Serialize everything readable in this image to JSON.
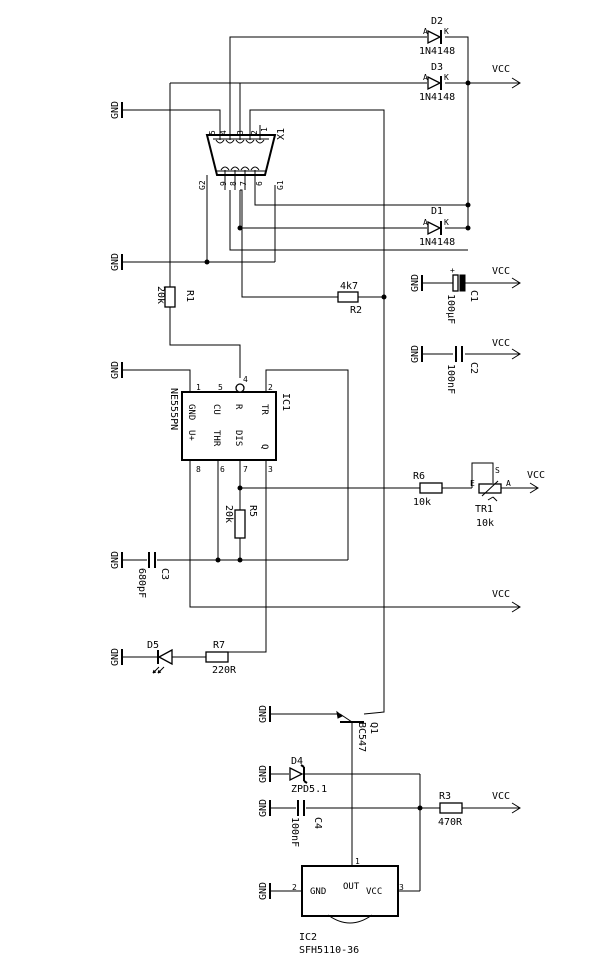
{
  "nets": {
    "gnd": "GND",
    "vcc": "VCC"
  },
  "diodes": {
    "d1": {
      "ref": "D1",
      "value": "1N4148",
      "anode": "A",
      "cathode": "K"
    },
    "d2": {
      "ref": "D2",
      "value": "1N4148",
      "anode": "A",
      "cathode": "K"
    },
    "d3": {
      "ref": "D3",
      "value": "1N4148",
      "anode": "A",
      "cathode": "K"
    },
    "d4": {
      "ref": "D4",
      "value": "ZPD5.1"
    },
    "d5": {
      "ref": "D5"
    }
  },
  "connector": {
    "ref": "X1",
    "pins": [
      "1",
      "2",
      "3",
      "4",
      "5",
      "6",
      "7",
      "8",
      "9"
    ],
    "shell": [
      "G1",
      "G2"
    ]
  },
  "resistors": {
    "r1": {
      "ref": "R1",
      "value": "20k"
    },
    "r2": {
      "ref": "R2",
      "value": "4k7"
    },
    "r3": {
      "ref": "R3",
      "value": "470R"
    },
    "r5": {
      "ref": "R5",
      "value": "20k"
    },
    "r6": {
      "ref": "R6",
      "value": "10k"
    },
    "r7": {
      "ref": "R7",
      "value": "220R"
    }
  },
  "capacitors": {
    "c1": {
      "ref": "C1",
      "value": "100µF",
      "polarity": "+"
    },
    "c2": {
      "ref": "C2",
      "value": "100nF"
    },
    "c3": {
      "ref": "C3",
      "value": "680pF"
    },
    "c4": {
      "ref": "C4",
      "value": "100nF"
    }
  },
  "ic1": {
    "ref": "IC1",
    "part": "NE555PN",
    "pin_numbers": [
      "1",
      "2",
      "3",
      "4",
      "5",
      "6",
      "7",
      "8"
    ],
    "pin_names": [
      "GND",
      "CU",
      "R",
      "TR",
      "U+",
      "THR",
      "DIS",
      "Q"
    ]
  },
  "trimmer": {
    "ref": "TR1",
    "value": "10k",
    "terminals": [
      "E",
      "S",
      "A"
    ]
  },
  "transistor": {
    "ref": "Q1",
    "value": "BC547"
  },
  "ic2": {
    "ref": "IC2",
    "part": "SFH5110-36",
    "pin_numbers": [
      "1",
      "2",
      "3"
    ],
    "pin_names": [
      "GND",
      "OUT",
      "VCC"
    ]
  }
}
